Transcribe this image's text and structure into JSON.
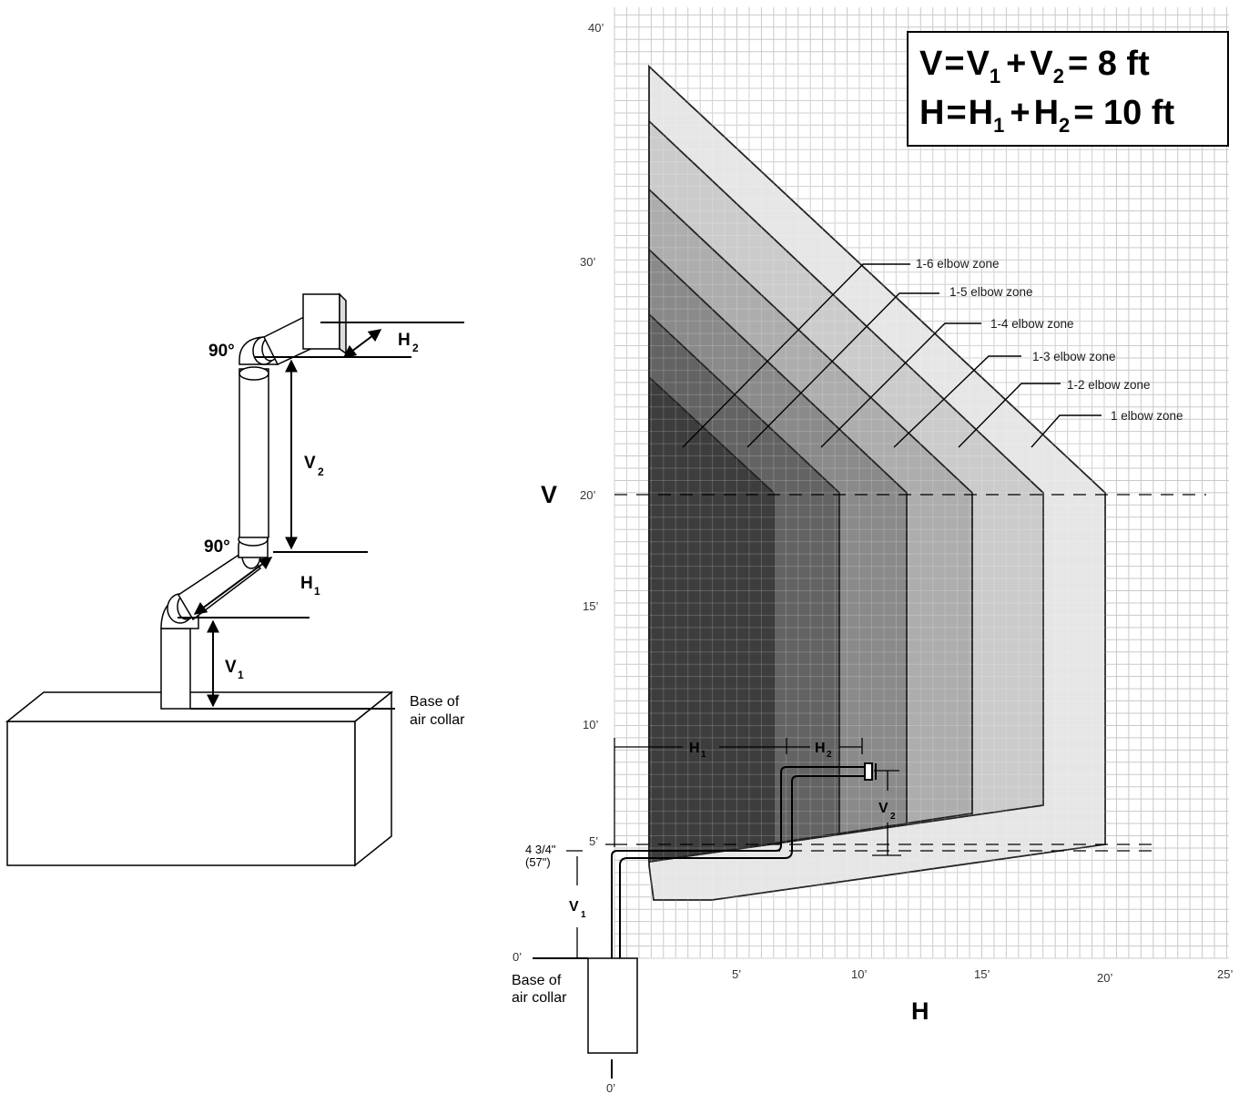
{
  "formula": {
    "line1": {
      "a": "V",
      "eq1": "=",
      "b": "V",
      "b_sub": "1",
      "plus": "+",
      "c": "V",
      "c_sub": "2",
      "rest": "= 8 ft"
    },
    "line2": {
      "a": "H",
      "eq1": "=",
      "b": "H",
      "b_sub": "1",
      "plus": "+",
      "c": "H",
      "c_sub": "2",
      "rest": "= 10 ft"
    }
  },
  "axes": {
    "v_title": "V",
    "h_title": "H",
    "v_ticks": [
      "0’",
      "5’",
      "10’",
      "15’",
      "20’",
      "30’",
      "40’"
    ],
    "h_ticks": [
      "5’",
      "10’",
      "15’",
      "20’",
      "25’"
    ],
    "bottom_zero": "0’",
    "offset_label": "4 3/4\"",
    "offset_label2": "(57\")"
  },
  "zones": [
    "1-6 elbow zone",
    "1-5 elbow zone",
    "1-4 elbow zone",
    "1-3 elbow zone",
    "1-2 elbow zone",
    "1 elbow zone"
  ],
  "zone_colors": [
    "#3d3d3d",
    "#636363",
    "#8a8a8a",
    "#adadad",
    "#cbcbcb",
    "#e6e6e6"
  ],
  "chart_labels": {
    "h1": "H",
    "h1_sub": "1",
    "h2": "H",
    "h2_sub": "2",
    "v1": "V",
    "v1_sub": "1",
    "v2": "V",
    "v2_sub": "2",
    "base_line1": "Base of",
    "base_line2": "air collar"
  },
  "left_diagram": {
    "elbow_top": "90°",
    "elbow_mid": "90°",
    "h2": "H",
    "h2_sub": "2",
    "v2": "V",
    "v2_sub": "2",
    "h1": "H",
    "h1_sub": "1",
    "v1": "V",
    "v1_sub": "1",
    "base_line1": "Base of",
    "base_line2": "air collar"
  }
}
